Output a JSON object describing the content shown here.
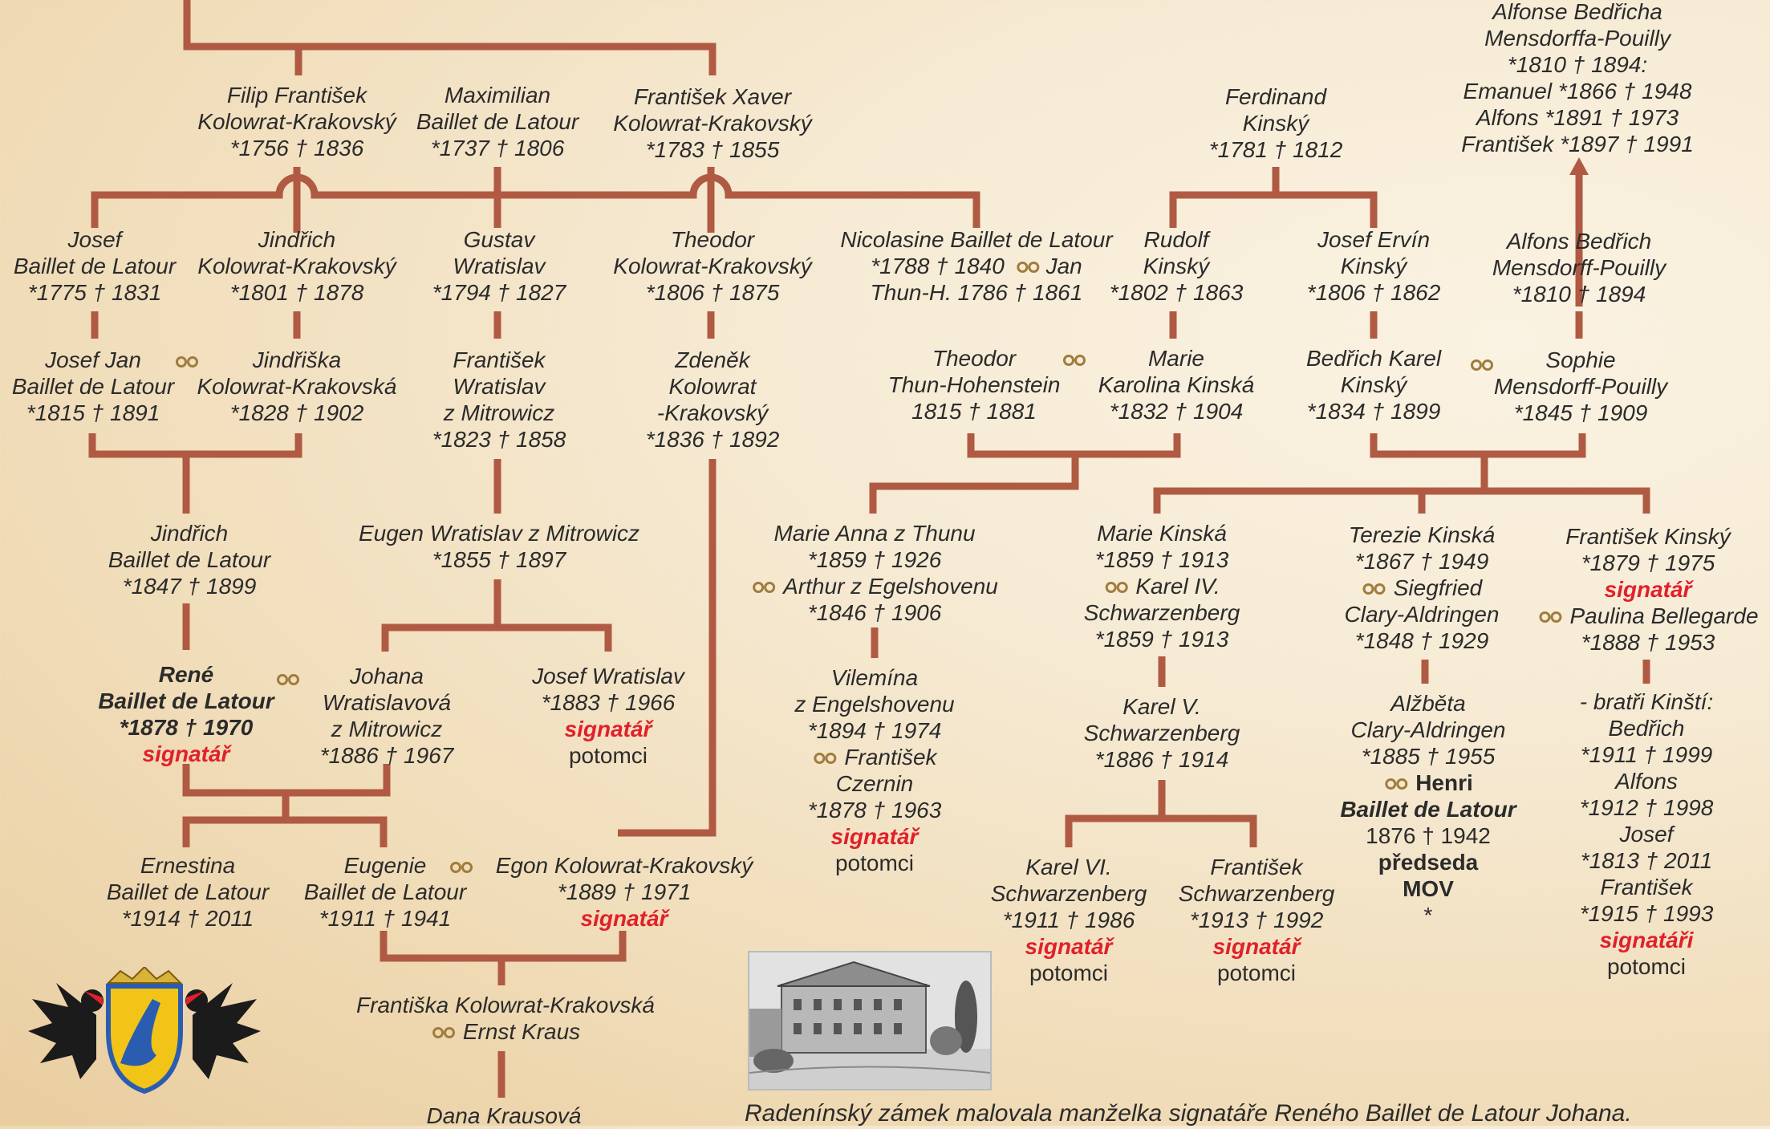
{
  "nodes": [
    {
      "id": "filip",
      "lines": [
        "Filip František",
        "Kolowrat-Krakovský",
        "*1756 † 1836"
      ]
    },
    {
      "id": "maximilian",
      "lines": [
        "Maximilian",
        "Baillet de Latour",
        "*1737 † 1806"
      ]
    },
    {
      "id": "frantisek_xaver",
      "lines": [
        "František Xaver",
        "Kolowrat-Krakovský",
        "*1783 † 1855"
      ]
    },
    {
      "id": "ferdinand",
      "lines": [
        "Ferdinand",
        "Kinský",
        "*1781 † 1812"
      ]
    },
    {
      "id": "alfonse_top",
      "lines": [
        "Alfonse Bedřicha",
        "Mensdorffa-Pouilly",
        "*1810 † 1894:",
        "Emanuel *1866 † 1948",
        "Alfons *1891 † 1973",
        "František *1897 † 1991"
      ]
    },
    {
      "id": "josef_bl",
      "lines": [
        "Josef",
        "Baillet de Latour",
        "*1775 † 1831"
      ]
    },
    {
      "id": "jindrich_kk",
      "lines": [
        "Jindřich",
        "Kolowrat-Krakovský",
        "*1801 † 1878"
      ]
    },
    {
      "id": "gustav",
      "lines": [
        "Gustav",
        "Wratislav",
        "*1794 † 1827"
      ]
    },
    {
      "id": "theodor_kk",
      "lines": [
        "Theodor",
        "Kolowrat-Krakovský",
        "*1806 † 1875"
      ]
    },
    {
      "id": "nicolasine",
      "lines": [
        "Nicolasine Baillet de Latour",
        "*1788 † 1840 ⚭ Jan",
        "Thun-H. 1786 † 1861"
      ]
    },
    {
      "id": "rudolf",
      "lines": [
        "Rudolf",
        "Kinský",
        "*1802 † 1863"
      ]
    },
    {
      "id": "josef_ervin",
      "lines": [
        "Josef Ervín",
        "Kinský",
        "*1806 † 1862"
      ]
    },
    {
      "id": "alfons_bedrich",
      "lines": [
        "Alfons Bedřich",
        "Mensdorff-Pouilly",
        "*1810 † 1894"
      ]
    },
    {
      "id": "josef_jan",
      "lines": [
        "Josef Jan",
        "Baillet de Latour",
        "*1815 † 1891"
      ]
    },
    {
      "id": "jindriska",
      "lines": [
        "Jindřiška",
        "Kolowrat-Krakovská",
        "*1828 † 1902"
      ]
    },
    {
      "id": "frantisek_wr",
      "lines": [
        "František",
        "Wratislav",
        "z Mitrowicz",
        "*1823 † 1858"
      ]
    },
    {
      "id": "zdenek",
      "lines": [
        "Zdeněk",
        "Kolowrat",
        "-Krakovský",
        "*1836 † 1892"
      ]
    },
    {
      "id": "theodor_th",
      "lines": [
        "Theodor",
        "Thun-Hohenstein",
        "1815 † 1881"
      ]
    },
    {
      "id": "marie_karolina",
      "lines": [
        "Marie",
        "Karolina Kinská",
        "*1832 † 1904"
      ]
    },
    {
      "id": "bedrich_karel",
      "lines": [
        "Bedřich Karel",
        "Kinský",
        "*1834 † 1899"
      ]
    },
    {
      "id": "sophie",
      "lines": [
        "Sophie",
        "Mensdorff-Pouilly",
        "*1845 † 1909"
      ]
    },
    {
      "id": "jindrich_bl",
      "lines": [
        "Jindřich",
        "Baillet de Latour",
        "*1847 † 1899"
      ]
    },
    {
      "id": "eugen",
      "lines": [
        "Eugen Wratislav z Mitrowicz",
        "*1855 † 1897"
      ]
    },
    {
      "id": "marie_anna",
      "lines": [
        "Marie Anna z Thunu",
        "*1859 † 1926",
        "Arthur z Egelshovenu",
        "*1846 † 1906"
      ]
    },
    {
      "id": "marie_kinska",
      "lines": [
        "Marie Kinská",
        "*1859 † 1913",
        "Karel IV.",
        "Schwarzenberg",
        "*1859 † 1913"
      ]
    },
    {
      "id": "terezie",
      "lines": [
        "Terezie Kinská",
        "*1867 † 1949",
        "Siegfried",
        "Clary-Aldringen",
        "*1848 † 1929"
      ]
    },
    {
      "id": "frantisek_kinsky",
      "lines": [
        "František Kinský",
        "*1879 † 1975",
        "signatář",
        "Paulina Bellegarde",
        "*1888 † 1953"
      ]
    },
    {
      "id": "rene",
      "lines": [
        "René",
        "Baillet de Latour",
        "*1878 † 1970",
        "signatář"
      ]
    },
    {
      "id": "johana",
      "lines": [
        "Johana",
        "Wratislavová",
        "z Mitrowicz",
        "*1886 † 1967"
      ]
    },
    {
      "id": "josef_wr",
      "lines": [
        "Josef Wratislav",
        "*1883 † 1966",
        "signatář",
        "potomci"
      ]
    },
    {
      "id": "vilemina",
      "lines": [
        "Vilemína",
        "z Engelshovenu",
        "*1894 † 1974",
        "František",
        "Czernin",
        "*1878 † 1963",
        "signatář",
        "potomci"
      ]
    },
    {
      "id": "karel_v",
      "lines": [
        "Karel V.",
        "Schwarzenberg",
        "*1886 † 1914"
      ]
    },
    {
      "id": "alzbeta",
      "lines": [
        "Alžběta",
        "Clary-Aldringen",
        "*1885 † 1955",
        "Henri",
        "Baillet de Latour",
        "1876 † 1942",
        "předseda",
        "MOV",
        "*"
      ]
    },
    {
      "id": "bratri",
      "lines": [
        "- bratři Kinští:",
        "Bedřich",
        "*1911 † 1999",
        "Alfons",
        "*1912 † 1998",
        "Josef",
        "*1813 † 2011",
        "František",
        "*1915 † 1993",
        "signatáři",
        "potomci"
      ]
    },
    {
      "id": "ernestina",
      "lines": [
        "Ernestina",
        "Baillet de Latour",
        "*1914 † 2011"
      ]
    },
    {
      "id": "eugenie",
      "lines": [
        "Eugenie",
        "Baillet de Latour",
        "*1911 † 1941"
      ]
    },
    {
      "id": "egon",
      "lines": [
        "Egon Kolowrat-Krakovský",
        "*1889 † 1971",
        "signatář"
      ]
    },
    {
      "id": "karel_vi",
      "lines": [
        "Karel VI.",
        "Schwarzenberg",
        "*1911 † 1986",
        "signatář",
        "potomci"
      ]
    },
    {
      "id": "frantisek_schw",
      "lines": [
        "František",
        "Schwarzenberg",
        "*1913 † 1992",
        "signatář",
        "potomci"
      ]
    },
    {
      "id": "frantiska",
      "lines": [
        "Františka Kolowrat-Krakovská",
        "Ernst Kraus"
      ]
    },
    {
      "id": "dana",
      "lines": [
        "Dana Krausová"
      ]
    }
  ],
  "caption": "Radenínský zámek malovala manželka signatáře Reného Baillet de Latour Johana.",
  "colors": {
    "line": "#b05a43",
    "accent_red": "#e0202a",
    "rings": "#a07c3c"
  },
  "images": {
    "engraving": "castle-engraving",
    "coat_of_arms": "coat-of-arms-with-eagles"
  }
}
